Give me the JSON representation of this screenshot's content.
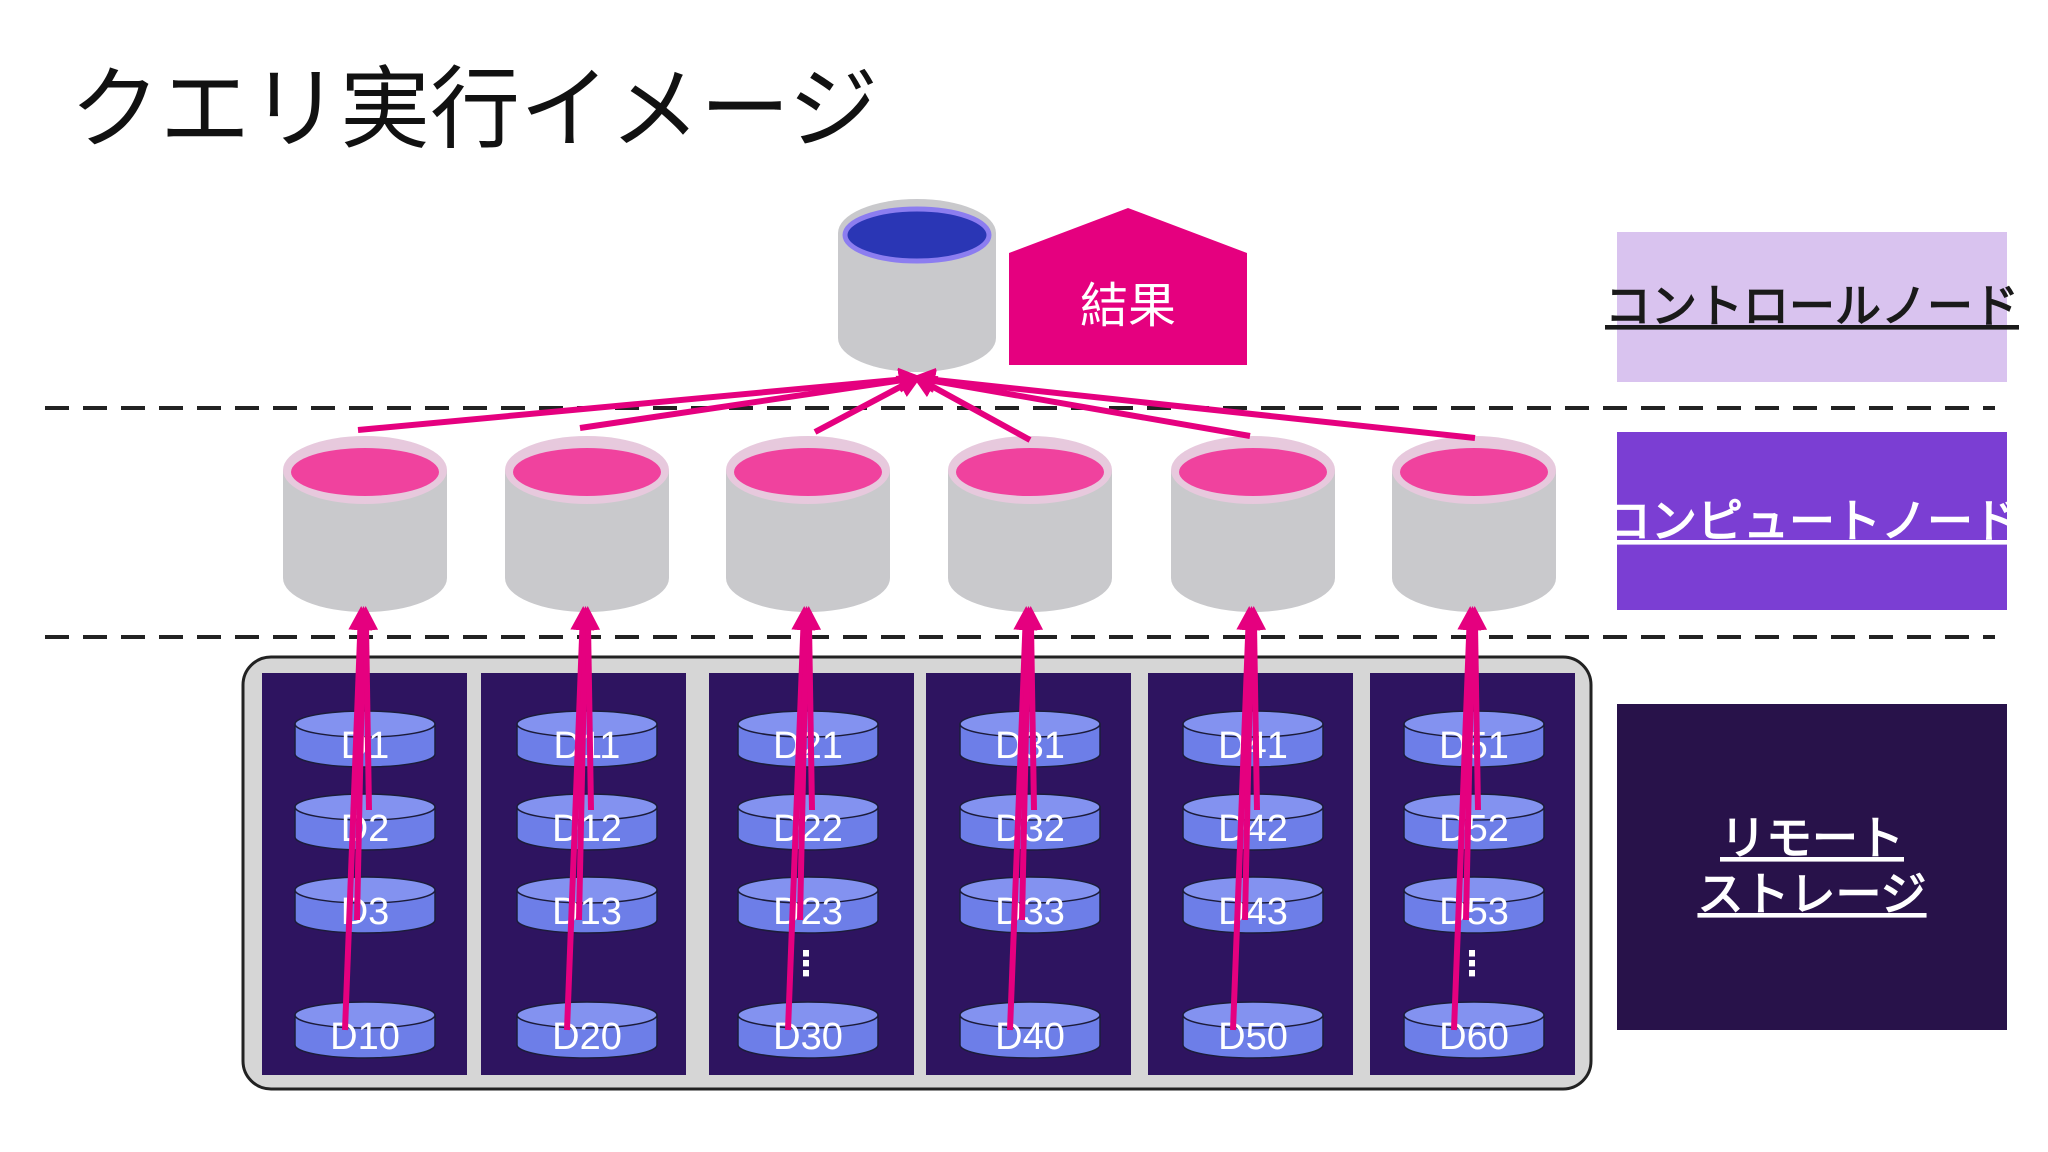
{
  "title": "クエリ実行イメージ",
  "result_label": "結果",
  "legend": {
    "control": "コントロールノード",
    "compute": "コンピュートノード",
    "storage_line1": "リモート",
    "storage_line2": "ストレージ"
  },
  "storage_groups": [
    {
      "disks": [
        "D1",
        "D2",
        "D3",
        "D10"
      ],
      "ellipsis": ""
    },
    {
      "disks": [
        "D11",
        "D12",
        "D13",
        "D20"
      ],
      "ellipsis": ""
    },
    {
      "disks": [
        "D21",
        "D22",
        "D23",
        "D30"
      ],
      "ellipsis": "⋮"
    },
    {
      "disks": [
        "D31",
        "D32",
        "D33",
        "D40"
      ],
      "ellipsis": ""
    },
    {
      "disks": [
        "D41",
        "D42",
        "D43",
        "D50"
      ],
      "ellipsis": ""
    },
    {
      "disks": [
        "D51",
        "D52",
        "D53",
        "D60"
      ],
      "ellipsis": "⋮"
    }
  ],
  "colors": {
    "title": "#111111",
    "arrow": "#e5007f",
    "result_box": "#e5007f",
    "control_legend_bg": "#d9c3ef",
    "compute_legend_bg": "#7b3ed3",
    "storage_legend_bg": "#28124a",
    "storage_panel_bg": "#2e1460",
    "storage_outer_bg": "#d6d6d6",
    "disk_fill": "#6d7ee8",
    "node_body": "#c9c9cc",
    "compute_liquid": "#f0429e",
    "control_liquid": "#2a36b5"
  }
}
